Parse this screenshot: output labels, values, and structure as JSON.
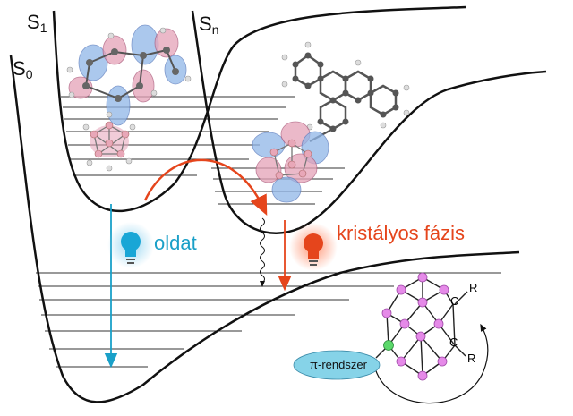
{
  "states": {
    "s0": "S",
    "s0_sub": "0",
    "s1": "S",
    "s1_sub": "1",
    "sn": "S",
    "sn_sub": "n"
  },
  "labels": {
    "solution": "oldat",
    "crystal": "kristályos fázis",
    "pi_system": "π-rendszer"
  },
  "cluster_atoms": {
    "r_top": "R",
    "r_bottom": "R",
    "c_top": "C",
    "c_bottom": "C"
  },
  "colors": {
    "curve": "#111111",
    "solution_accent": "#1aa0c8",
    "crystal_accent": "#e5451c",
    "orbital_blue": "#8fb6e8",
    "orbital_pink": "#e5a2b8",
    "cluster_atom": "#e58ae8",
    "connect_atom": "#5bd86a",
    "pi_bubble": "#86d3e8"
  },
  "icons": [
    "bulb-icon-solution",
    "bulb-icon-crystal",
    "molecule-solution",
    "molecule-crystal",
    "carborane-cluster"
  ]
}
